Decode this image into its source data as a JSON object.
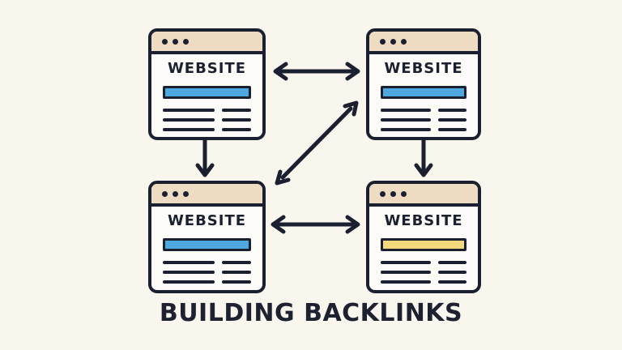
{
  "title": "BUILDING BACKLINKS",
  "colors": {
    "background": "#f9f6ee",
    "ink": "#1b2030",
    "window_header": "#eddcc2",
    "accent_blue": "#4fa8dd",
    "accent_yellow": "#f4d97c"
  },
  "windows": [
    {
      "id": "top-left",
      "label": "WEBSITE",
      "accent": "#4fa8dd"
    },
    {
      "id": "top-right",
      "label": "WEBSITE",
      "accent": "#4fa8dd"
    },
    {
      "id": "bottom-left",
      "label": "WEBSITE",
      "accent": "#4fa8dd"
    },
    {
      "id": "bottom-right",
      "label": "WEBSITE",
      "accent": "#f4d97c"
    }
  ],
  "arrows": [
    {
      "from": "top-left",
      "to": "top-right",
      "bidirectional": true
    },
    {
      "from": "bottom-left",
      "to": "bottom-right",
      "bidirectional": true
    },
    {
      "from": "top-left",
      "to": "bottom-left",
      "bidirectional": false
    },
    {
      "from": "top-right",
      "to": "bottom-right",
      "bidirectional": false
    },
    {
      "from": "bottom-left",
      "to": "top-right",
      "bidirectional": true
    }
  ]
}
